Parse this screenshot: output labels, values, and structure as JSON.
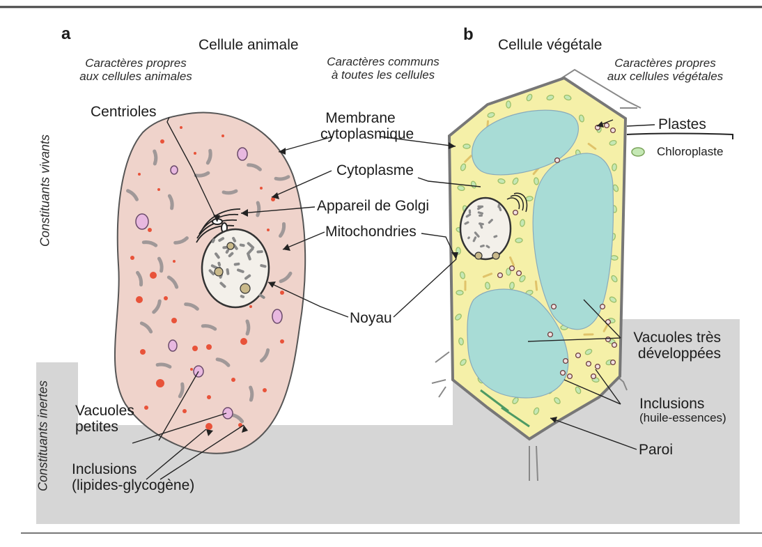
{
  "panel_a": {
    "letter": "a",
    "title": "Cellule animale",
    "own_traits": [
      "Caractères propres",
      "aux cellules animales"
    ],
    "labels": {
      "centrioles": "Centrioles",
      "vacuoles": [
        "Vacuoles",
        "petites"
      ],
      "inclusions": [
        "Inclusions",
        "(lipides-glycogène)"
      ]
    }
  },
  "panel_b": {
    "letter": "b",
    "title": "Cellule végétale",
    "own_traits": [
      "Caractères propres",
      "aux cellules végétales"
    ],
    "labels": {
      "plastes": "Plastes",
      "chloroplaste": "Chloroplaste",
      "vacuoles": [
        "Vacuoles très",
        "développées"
      ],
      "inclusions": [
        "Inclusions",
        "(huile-essences)"
      ],
      "paroi": "Paroi"
    }
  },
  "common": {
    "header": [
      "Caractères communs",
      "à toutes les cellules"
    ],
    "membrane": [
      "Membrane",
      "cytoplasmique"
    ],
    "cytoplasme": "Cytoplasme",
    "golgi": "Appareil de Golgi",
    "mitochondries": "Mitochondries",
    "noyau": "Noyau"
  },
  "side_labels": {
    "living": "Constituants vivants",
    "inert": "Constituants inertes"
  },
  "colors": {
    "inert_zone": "#d6d6d6",
    "animal_cytoplasm": "#efd3cb",
    "plant_cytoplasm": "#f5f0a8",
    "vacuole": "#a8dcd6",
    "mitochondria": "#a09898",
    "inclusion_red": "#e8533a",
    "vacuole_pink": "#e8b8e0"
  }
}
